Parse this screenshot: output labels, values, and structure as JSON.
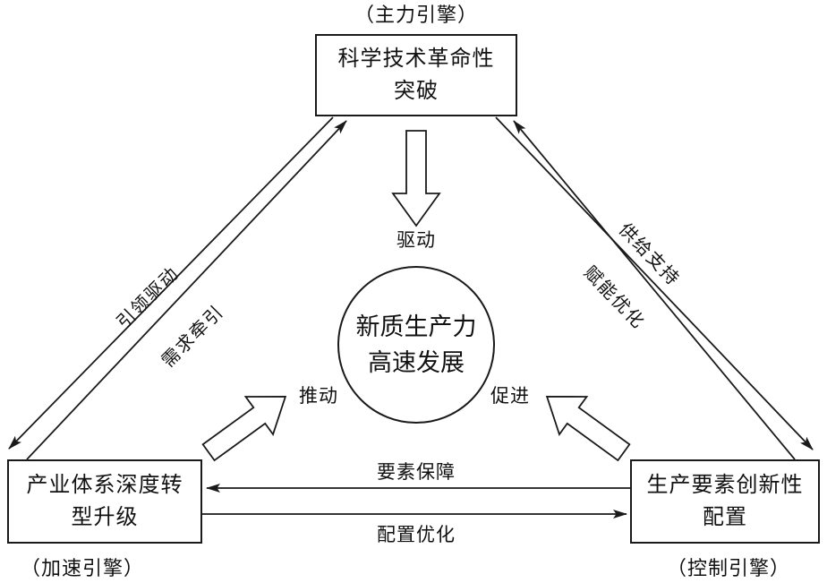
{
  "diagram": {
    "nodes": {
      "science": {
        "label": "科学技术革命性\n突破",
        "engine_tag": "（主力引擎）"
      },
      "industry": {
        "label": "产业体系深度转\n型升级",
        "engine_tag": "（加速引擎）"
      },
      "factors": {
        "label": "生产要素创新性\n配置",
        "engine_tag": "（控制引擎）"
      }
    },
    "center": {
      "label": "新质生产力\n高速发展"
    },
    "edges": {
      "lead_drive": "引领驱动",
      "demand_pull": "需求牵引",
      "supply_support": "供给支持",
      "empower_optimize": "赋能优化",
      "factor_guarantee": "要素保障",
      "allocation_optimize": "配置优化"
    },
    "block_arrows": {
      "drive": "驱动",
      "push": "推动",
      "promote": "促进"
    },
    "colors": {
      "line": "#1a1a1a",
      "background": "#ffffff"
    }
  }
}
